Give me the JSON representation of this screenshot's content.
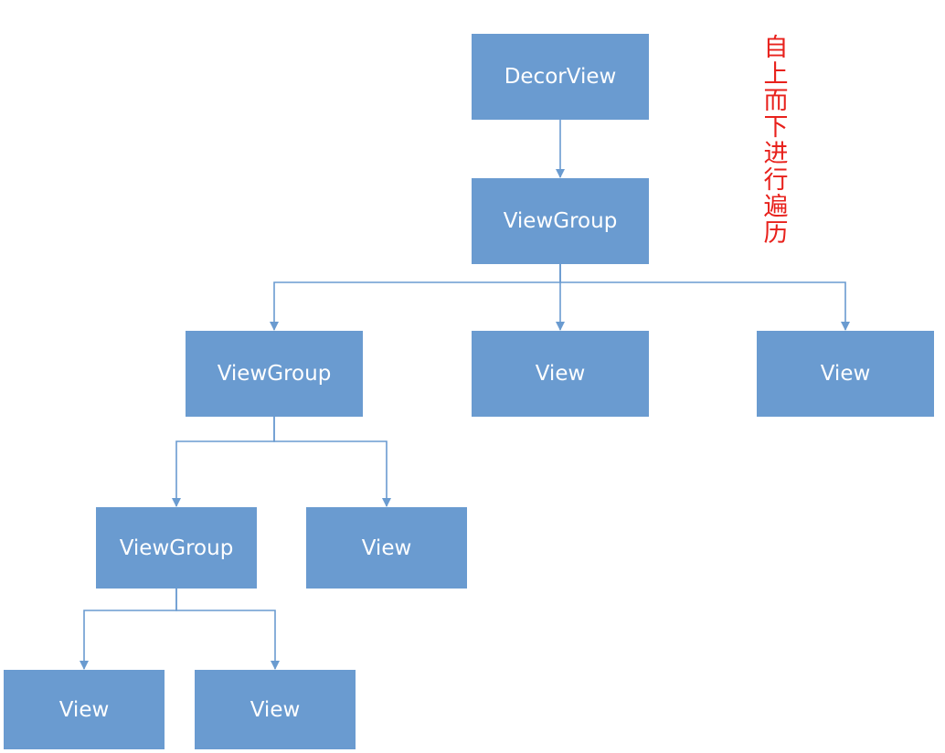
{
  "colors": {
    "box_fill": "#6a9bd0",
    "connector": "#6a9bd0",
    "note_text": "#e8211c",
    "label_text": "#ffffff"
  },
  "nodes": [
    {
      "id": "decorview",
      "label": "DecorView"
    },
    {
      "id": "viewgroup-1",
      "label": "ViewGroup"
    },
    {
      "id": "viewgroup-2",
      "label": "ViewGroup"
    },
    {
      "id": "view-1",
      "label": "View"
    },
    {
      "id": "view-2",
      "label": "View"
    },
    {
      "id": "viewgroup-3",
      "label": "ViewGroup"
    },
    {
      "id": "view-3",
      "label": "View"
    },
    {
      "id": "view-4",
      "label": "View"
    },
    {
      "id": "view-5",
      "label": "View"
    }
  ],
  "edges": [
    [
      "decorview",
      "viewgroup-1"
    ],
    [
      "viewgroup-1",
      "viewgroup-2"
    ],
    [
      "viewgroup-1",
      "view-1"
    ],
    [
      "viewgroup-1",
      "view-2"
    ],
    [
      "viewgroup-2",
      "viewgroup-3"
    ],
    [
      "viewgroup-2",
      "view-3"
    ],
    [
      "viewgroup-3",
      "view-4"
    ],
    [
      "viewgroup-3",
      "view-5"
    ]
  ],
  "note": {
    "chars": [
      "自",
      "上",
      "而",
      "下",
      "进",
      "行",
      "遍",
      "历"
    ]
  }
}
